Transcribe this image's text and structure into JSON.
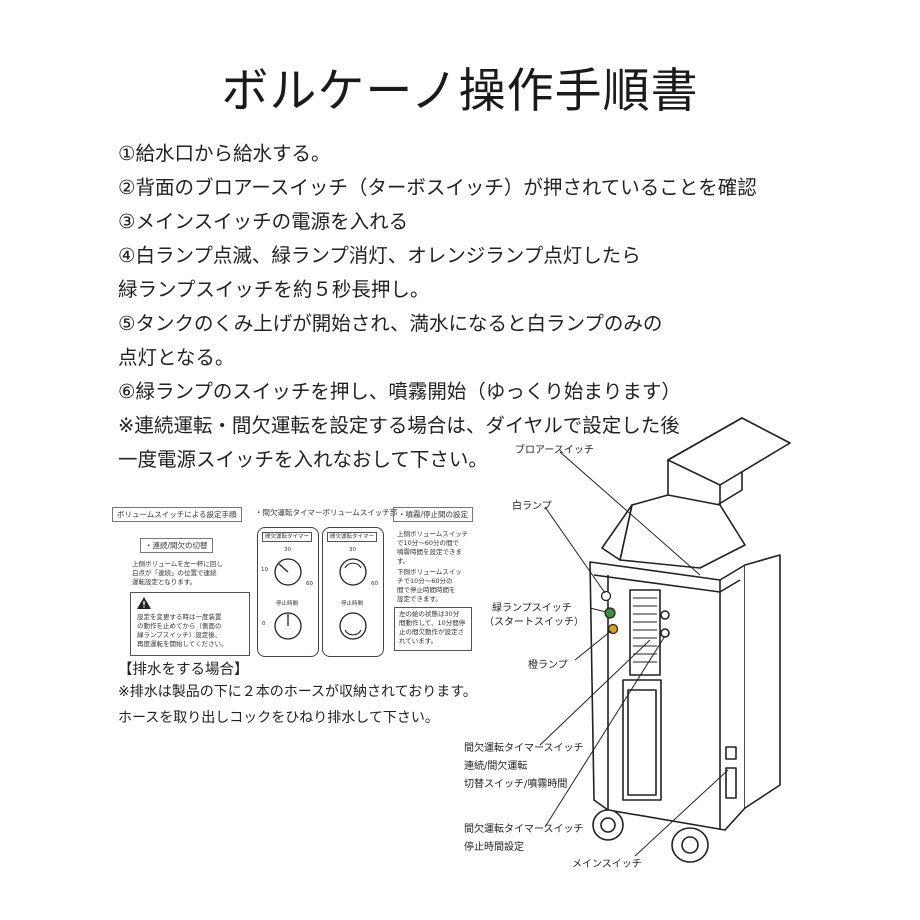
{
  "title": "ボルケーノ操作手順書",
  "steps": [
    "①給水口から給水する。",
    "②背面のブロアースイッチ（ターボスイッチ）が押されていることを確認",
    "③メインスイッチの電源を入れる",
    "④白ランプ点滅、緑ランプ消灯、オレンジランプ点灯したら",
    "緑ランプスイッチを約５秒長押し。",
    "⑤タンクのくみ上げが開始され、満水になると白ランプのみの",
    "点灯となる。",
    "⑥緑ランプのスイッチを押し、噴霧開始（ゆっくり始まります）",
    "※連続運転・間欠運転を設定する場合は、ダイヤルで設定した後",
    "一度電源スイッチを入れなおして下さい。"
  ],
  "inset": {
    "box_title_1": "ボリュームスイッチによる設定手順",
    "box_title_2": "・間欠運転タイマーボリュームスイッチ部",
    "box_title_3": "・噴霧/停止間の設定",
    "mode_label": "・連続/間欠の切替",
    "mode_text_1": "上側ボリュームを左一杯に回し",
    "mode_text_2": "白点が「連続」の位置で連続",
    "mode_text_3": "運転設定となります。",
    "warn_1": "設定を変更する時は一度装置",
    "warn_2": "の動作を止めてから（側面の",
    "warn_3": "緑ランプスイッチ）設定後、",
    "warn_4": "再度運転を開始してください。",
    "dial_header": "間欠運転タイマー",
    "dial_top": "30",
    "dial_left": "10",
    "dial_right": "60",
    "dial_label_2": "停止時間",
    "dial_bottom_left": "0",
    "upper_text_1": "上側ボリュームスイッチ",
    "upper_text_2": "で10分～60分の間で",
    "upper_text_3": "噴霧時間を設定できま",
    "upper_text_4": "す。",
    "lower_text_1": "下側ボリュームスイッ",
    "lower_text_2": "チで10分～60分の",
    "lower_text_3": "間で停止時間時間を",
    "lower_text_4": "設定できます。",
    "note_1": "左の絵の状態は30分",
    "note_2": "間動作して、10分間停",
    "note_3": "止の間欠動作が設定さ",
    "note_4": "れています。"
  },
  "drain": {
    "heading": "【排水をする場合】",
    "line1": "※排水は製品の下に２本のホースが収納されております。",
    "line2": "ホースを取り出しコックをひねり排水して下さい。"
  },
  "callouts": {
    "blower": "ブロアースイッチ",
    "white_lamp": "白ランプ",
    "green_switch_1": "緑ランプスイッチ",
    "green_switch_2": "（スタートスイッチ）",
    "orange_lamp": "橙ランプ",
    "timer_switch_1": "間欠運転タイマースイッチ",
    "timer_switch_2": "連続/間欠運転",
    "timer_switch_3": "切替スイッチ/噴霧時間",
    "timer_stop_1": "間欠運転タイマースイッチ",
    "timer_stop_2": "停止時間設定",
    "main_switch": "メインスイッチ"
  },
  "colors": {
    "text": "#1a1a1a",
    "green_lamp": "#3b8f3b",
    "orange_lamp": "#d9a21b",
    "line": "#222222"
  }
}
